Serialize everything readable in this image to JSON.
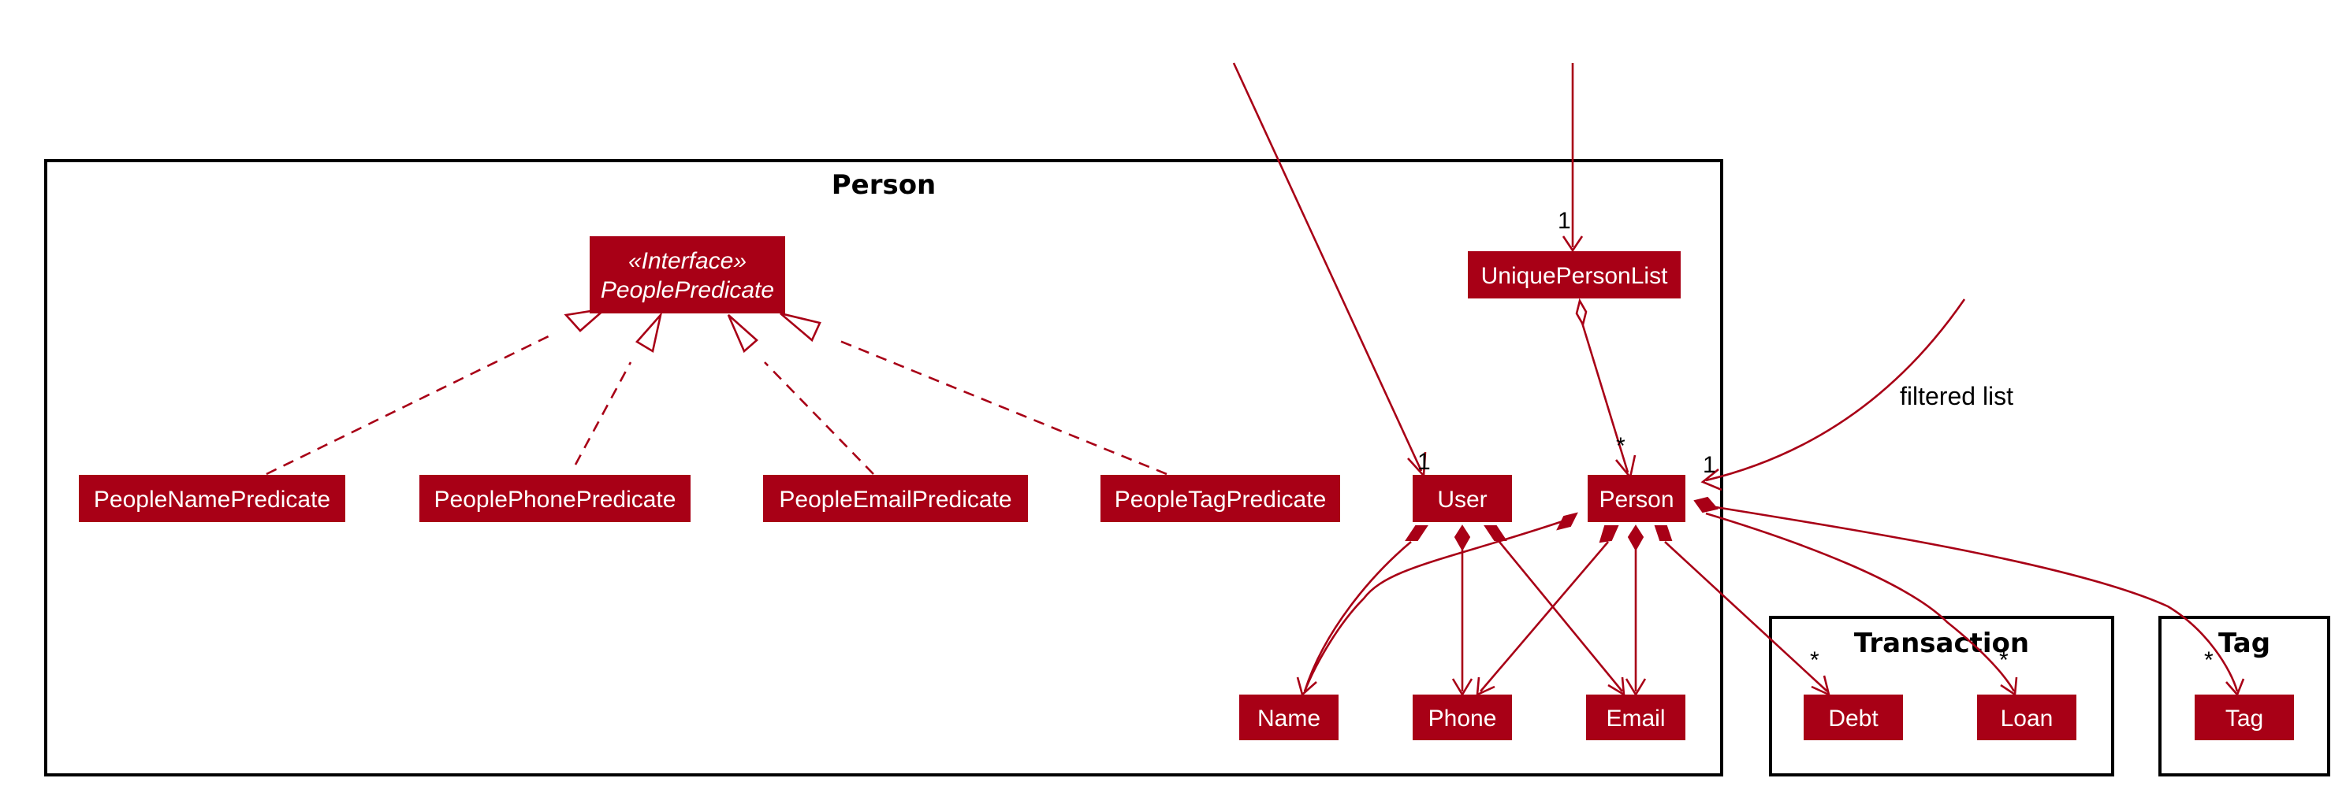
{
  "packages": {
    "person": "Person",
    "transaction": "Transaction",
    "tag": "Tag"
  },
  "interface": {
    "stereotype": "«Interface»",
    "name": "PeoplePredicate"
  },
  "classes": {
    "people_name_predicate": "PeopleNamePredicate",
    "people_phone_predicate": "PeoplePhonePredicate",
    "people_email_predicate": "PeopleEmailPredicate",
    "people_tag_predicate": "PeopleTagPredicate",
    "unique_person_list": "UniquePersonList",
    "user": "User",
    "person": "Person",
    "name": "Name",
    "phone": "Phone",
    "email": "Email",
    "debt": "Debt",
    "loan": "Loan",
    "tag": "Tag"
  },
  "multiplicities": {
    "unique_person_list_in": "1",
    "user_in": "1",
    "person_list_member": "*",
    "person_filtered": "1",
    "debt": "*",
    "loan": "*",
    "tag": "*"
  },
  "edge_labels": {
    "filtered_list": "filtered list"
  },
  "colors": {
    "class_fill": "#A80016",
    "class_text": "#ffffff",
    "edge": "#A80016",
    "package_border": "#000000"
  }
}
